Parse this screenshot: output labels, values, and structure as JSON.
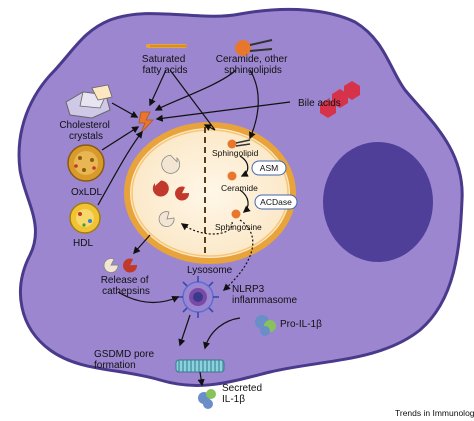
{
  "labels": {
    "saturated_fatty_acids": [
      "Saturated",
      "fatty acids"
    ],
    "ceramide_sphingolipids": [
      "Ceramide, other",
      "sphingolipids"
    ],
    "cholesterol_crystals": [
      "Cholesterol",
      "crystals"
    ],
    "bile_acids": "Bile acids",
    "oxldl": "OxLDL",
    "hdl": "HDL",
    "sphingolipid": "Sphingolipid",
    "asm": "ASM",
    "ceramide": "Ceramide",
    "acdase": "ACDase",
    "sphingosine": "Sphingosine",
    "lysosome": "Lysosome",
    "release_of_cathepsins": [
      "Release of",
      "cathepsins"
    ],
    "nlrp3_inflammasome": [
      "NLRP3",
      "inflammasome"
    ],
    "pro_il1b": "Pro-IL-1β",
    "gsdmd_pore_formation": [
      "GSDMD pore",
      "formation"
    ],
    "secreted_il1b": [
      "Secreted",
      "IL-1β"
    ]
  },
  "journal": "Trends in Immunology",
  "colors": {
    "cell_fill": "#9b86cf",
    "cell_stroke": "#4a3a8c",
    "nucleus": "#4f3f99",
    "lysosome_fill": "#fcefd8",
    "lysosome_ring": "#e8a33a",
    "cathepsin_red": "#c0392b",
    "bile_red": "#d6334b",
    "ceramide_orange": "#e8772e"
  }
}
